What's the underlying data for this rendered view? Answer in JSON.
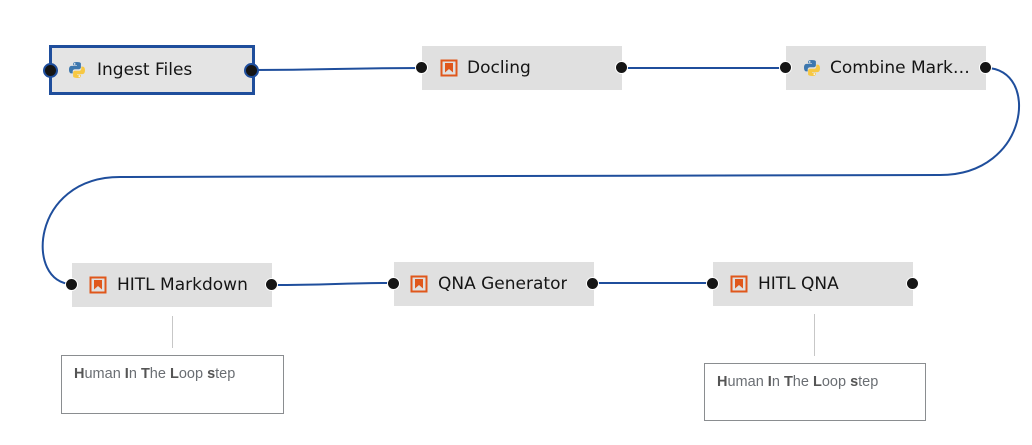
{
  "pipeline": {
    "nodes": [
      {
        "id": "ingest",
        "label": "Ingest Files",
        "icon": "python-icon",
        "selected": true
      },
      {
        "id": "docling",
        "label": "Docling",
        "icon": "bookmark-icon",
        "selected": false
      },
      {
        "id": "combine",
        "label": "Combine Mark…",
        "icon": "python-icon",
        "selected": false
      },
      {
        "id": "hitl_md",
        "label": "HITL Markdown",
        "icon": "bookmark-icon",
        "selected": false
      },
      {
        "id": "qna",
        "label": "QNA Generator",
        "icon": "bookmark-icon",
        "selected": false
      },
      {
        "id": "hitl_qna",
        "label": "HITL QNA",
        "icon": "bookmark-icon",
        "selected": false
      }
    ],
    "links": [
      [
        "ingest",
        "docling"
      ],
      [
        "docling",
        "combine"
      ],
      [
        "combine",
        "hitl_md"
      ],
      [
        "hitl_md",
        "qna"
      ],
      [
        "qna",
        "hitl_qna"
      ]
    ],
    "comments": [
      {
        "attached_to": "hitl_md",
        "text": "Human In The Loop step"
      },
      {
        "attached_to": "hitl_qna",
        "text": "Human In The Loop step"
      }
    ]
  },
  "colors": {
    "link": "#1f4e9c",
    "node_bg": "#e0e0e0",
    "port": "#151515",
    "bookmark_icon": "#e0571b",
    "python_blue": "#3d77ae",
    "python_yellow": "#f7c843"
  }
}
